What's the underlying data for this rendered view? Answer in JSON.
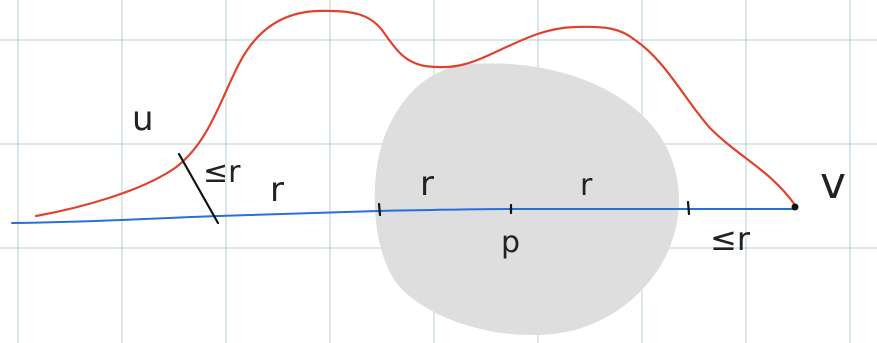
{
  "labels": {
    "u": "u",
    "le_r_left": "≤r",
    "r_1": "r",
    "r_2": "r",
    "r_3": "r",
    "p": "p",
    "le_r_right": "≤r",
    "v": "v"
  },
  "colors": {
    "background": "#ffffff",
    "grid": "#b9cfd6",
    "blue_line": "#2a6fd6",
    "red_curve": "#e0422d",
    "disk": "#dedede",
    "ink": "#222222"
  }
}
